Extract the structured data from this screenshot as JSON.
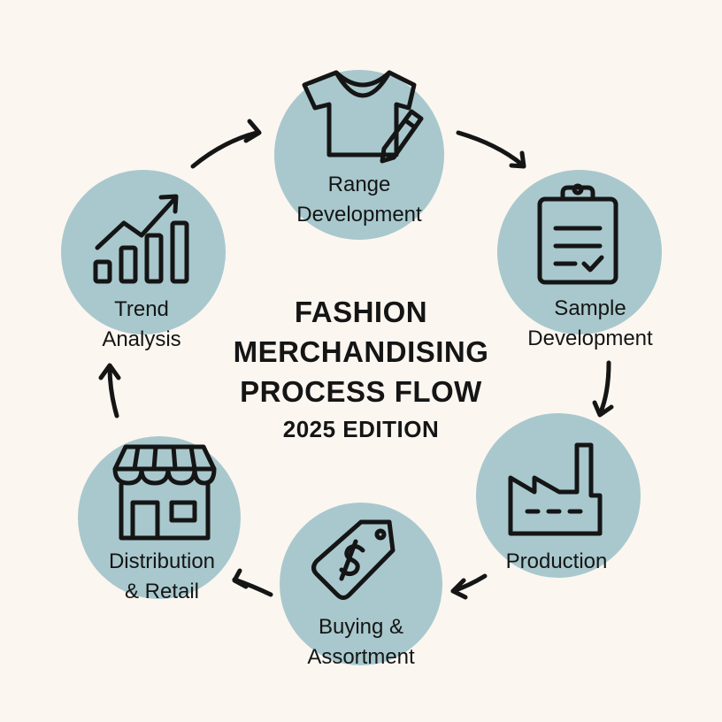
{
  "title": {
    "line1": "FASHION",
    "line2": "MERCHANDISING",
    "line3": "PROCESS FLOW",
    "edition": "2025 EDITION"
  },
  "steps": [
    {
      "line1": "Range",
      "line2": "Development",
      "icon": "tshirt-pencil-icon"
    },
    {
      "line1": "Sample",
      "line2": "Development",
      "icon": "clipboard-check-icon"
    },
    {
      "line1": "Production",
      "line2": "",
      "icon": "factory-icon"
    },
    {
      "line1": "Buying &",
      "line2": "Assortment",
      "icon": "price-tag-icon"
    },
    {
      "line1": "Distribution",
      "line2": "& Retail",
      "icon": "storefront-icon"
    },
    {
      "line1": "Trend",
      "line2": "Analysis",
      "icon": "bar-chart-trend-icon"
    }
  ],
  "colors": {
    "background": "#fbf6f0",
    "circle": "#a8c8cd",
    "ink": "#151515"
  }
}
